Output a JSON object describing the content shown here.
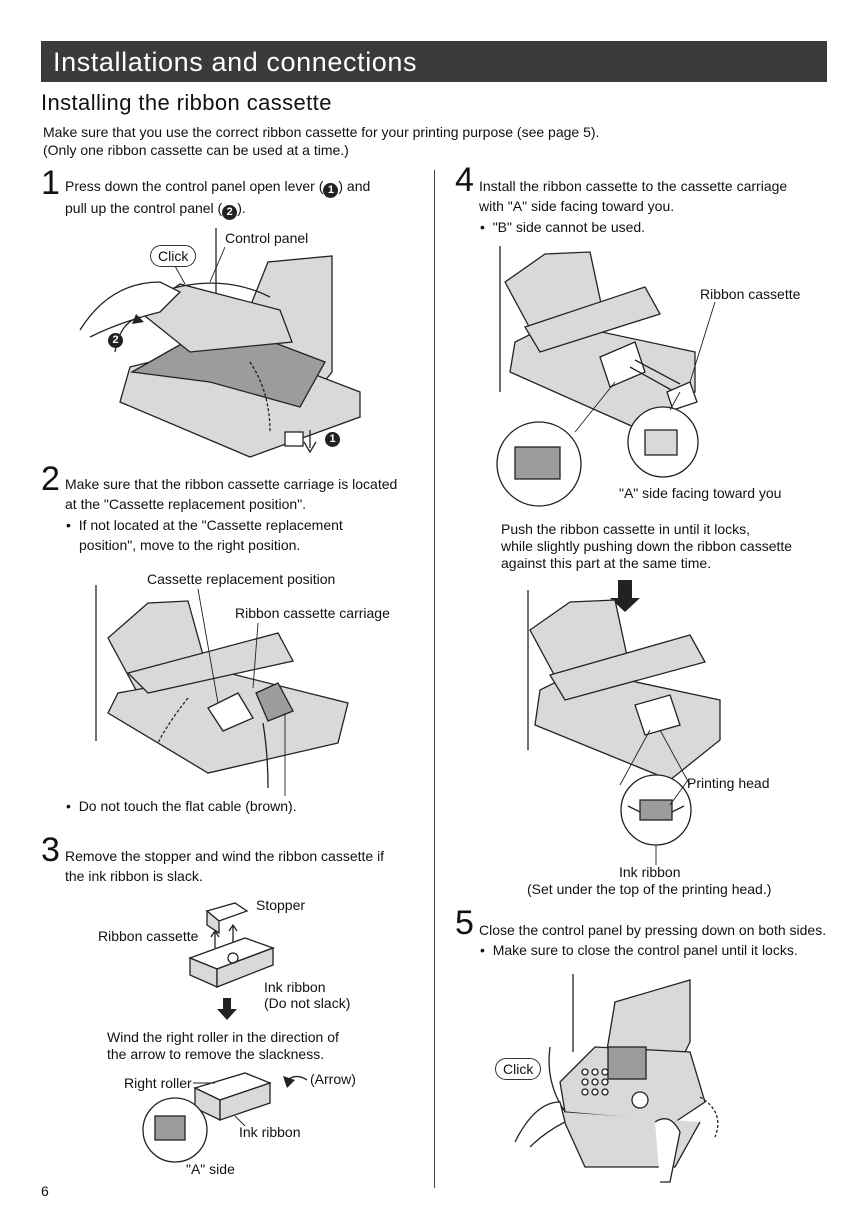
{
  "header": {
    "banner_title": "Installations and connections",
    "section_title": "Installing the ribbon cassette",
    "intro_line1": "Make sure that you use the correct ribbon cassette for your printing purpose (see page 5).",
    "intro_line2": "(Only one ribbon cassette can be used at a time.)"
  },
  "steps": {
    "s1": {
      "number": "1",
      "line1_a": "Press down the control panel open lever (",
      "line1_badge": "1",
      "line1_b": ") and",
      "line2_a": "pull up the control panel (",
      "line2_badge": "2",
      "line2_b": ").",
      "fig": {
        "click": "Click",
        "control_panel": "Control panel",
        "badge1": "1",
        "badge2": "2"
      }
    },
    "s2": {
      "number": "2",
      "line1": "Make sure that the ribbon cassette carriage is located",
      "line2": "at the \"Cassette replacement position\".",
      "bullet1_line1": "If not located at the \"Cassette replacement",
      "bullet1_line2": "position\", move to the right position.",
      "fig": {
        "cassette_replacement_position": "Cassette replacement position",
        "ribbon_cassette_carriage": "Ribbon cassette carriage"
      },
      "bullet2": "Do not touch the flat cable (brown)."
    },
    "s3": {
      "number": "3",
      "line1": "Remove the stopper and wind the ribbon cassette if",
      "line2": "the ink ribbon is slack.",
      "fig": {
        "stopper": "Stopper",
        "ribbon_cassette": "Ribbon cassette",
        "ink_ribbon": "Ink ribbon",
        "do_not_slack": "(Do not slack)",
        "wind_line1": "Wind the right roller in the direction of",
        "wind_line2": "the arrow to remove the slackness.",
        "right_roller": "Right roller",
        "arrow": "(Arrow)",
        "ink_ribbon2": "Ink ribbon",
        "a_side": "\"A\" side"
      }
    },
    "s4": {
      "number": "4",
      "line1": "Install the ribbon cassette to the cassette carriage",
      "line2": "with \"A\" side facing toward you.",
      "bullet1": "\"B\" side cannot be used.",
      "fig": {
        "ribbon_cassette": "Ribbon cassette",
        "a_side_facing": "\"A\" side facing toward you",
        "push_line1": "Push the ribbon cassette in until it locks,",
        "push_line2": "while slightly pushing down the ribbon cassette",
        "push_line3": "against this part at the same time.",
        "printing_head": "Printing head",
        "ink_ribbon": "Ink ribbon",
        "set_under": "(Set under the top of the printing head.)"
      }
    },
    "s5": {
      "number": "5",
      "line1": "Close the control panel by pressing down on both sides.",
      "bullet1": "Make sure to close the control panel until it locks.",
      "fig": {
        "click": "Click"
      }
    }
  },
  "footer": {
    "page_number": "6"
  }
}
